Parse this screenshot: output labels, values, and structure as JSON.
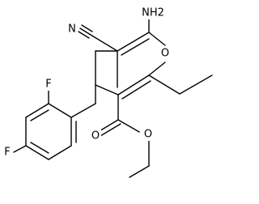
{
  "molecule": {
    "atoms": {
      "amino": "NH2",
      "nitrile_n": "N",
      "ring_o": "O",
      "fluoro_ortho": "F",
      "fluoro_para": "F",
      "ester_o_carbonyl": "O",
      "ester_o_ether": "O"
    },
    "colors": {
      "bond": "#000000",
      "label": "#000000",
      "background": "#ffffff"
    }
  }
}
